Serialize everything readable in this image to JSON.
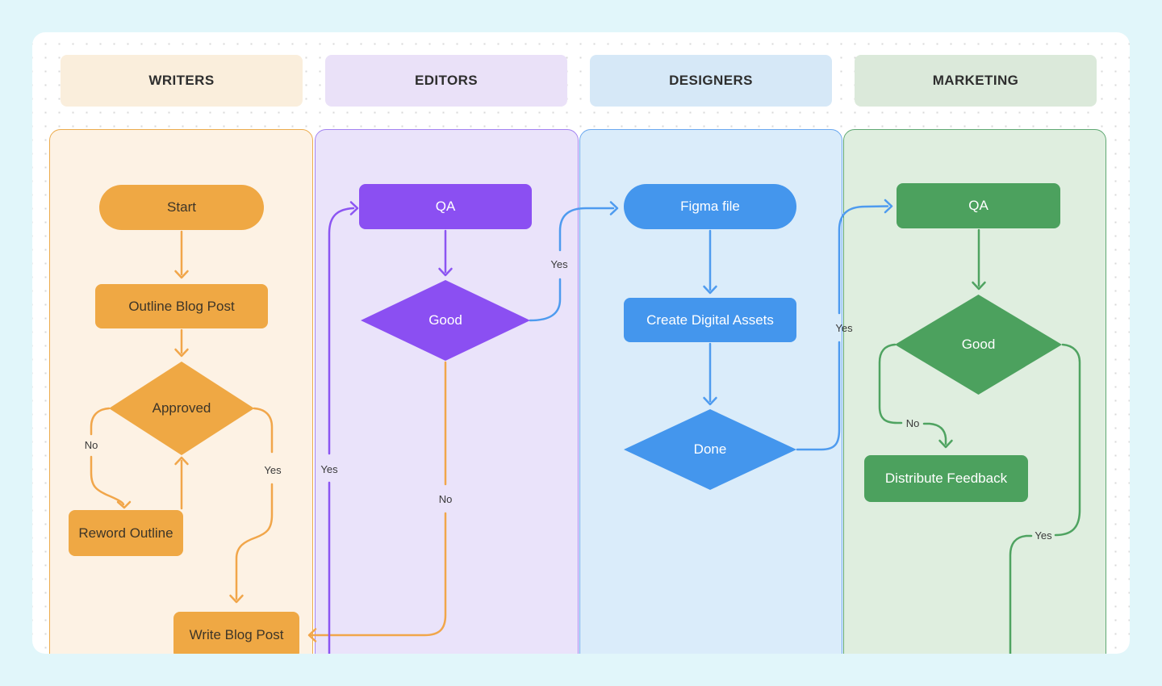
{
  "swimlanes": [
    {
      "id": "writers",
      "title": "WRITERS",
      "accent": "#EFA844",
      "lane_bg": "#FDF2E4",
      "lane_border": "#ECAB4C",
      "header_bg": "#FAEEDC"
    },
    {
      "id": "editors",
      "title": "EDITORS",
      "accent": "#8B4FF2",
      "lane_bg": "#EAE3FA",
      "lane_border": "#A383F1",
      "header_bg": "#EAE1F8"
    },
    {
      "id": "designers",
      "title": "DESIGNERS",
      "accent": "#4496ED",
      "lane_bg": "#DAECFA",
      "lane_border": "#6AA8EF",
      "header_bg": "#D6E8F7"
    },
    {
      "id": "marketing",
      "title": "MARKETING",
      "accent": "#4CA15E",
      "lane_bg": "#DFEEDF",
      "lane_border": "#5FA873",
      "header_bg": "#DBE9DA"
    }
  ],
  "nodes": {
    "start": {
      "label": "Start",
      "shape": "pill",
      "lane": "writers"
    },
    "outline": {
      "label": "Outline Blog Post",
      "shape": "rect",
      "lane": "writers"
    },
    "approved": {
      "label": "Approved",
      "shape": "diamond",
      "lane": "writers"
    },
    "reword": {
      "label": "Reword Outline",
      "shape": "rect",
      "lane": "writers"
    },
    "write": {
      "label": "Write Blog Post",
      "shape": "rect",
      "lane": "writers"
    },
    "qa_editors": {
      "label": "QA",
      "shape": "rect",
      "lane": "editors"
    },
    "good_editors": {
      "label": "Good",
      "shape": "diamond",
      "lane": "editors"
    },
    "figma": {
      "label": "Figma file",
      "shape": "pill",
      "lane": "designers"
    },
    "create_assets": {
      "label": "Create Digital Assets",
      "shape": "rect",
      "lane": "designers"
    },
    "done": {
      "label": "Done",
      "shape": "diamond",
      "lane": "designers"
    },
    "qa_marketing": {
      "label": "QA",
      "shape": "rect",
      "lane": "marketing"
    },
    "good_marketing": {
      "label": "Good",
      "shape": "diamond",
      "lane": "marketing"
    },
    "distribute": {
      "label": "Distribute Feedback",
      "shape": "rect",
      "lane": "marketing"
    }
  },
  "edge_labels": {
    "writers_no": "No",
    "writers_yes": "Yes",
    "editors_entry_yes": "Yes",
    "editors_no": "No",
    "editors_yes": "Yes",
    "designers_yes": "Yes",
    "marketing_no": "No",
    "marketing_yes": "Yes"
  },
  "edges": [
    {
      "from": "Start",
      "to": "Outline Blog Post",
      "label": ""
    },
    {
      "from": "Outline Blog Post",
      "to": "Approved",
      "label": ""
    },
    {
      "from": "Approved",
      "to": "Reword Outline",
      "label": "No"
    },
    {
      "from": "Reword Outline",
      "to": "Approved",
      "label": ""
    },
    {
      "from": "Approved",
      "to": "Write Blog Post",
      "label": "Yes"
    },
    {
      "from": "Write Blog Post",
      "to": "QA",
      "label": "Yes"
    },
    {
      "from": "QA",
      "to": "Good",
      "label": ""
    },
    {
      "from": "Good",
      "to": "Write Blog Post",
      "label": "No"
    },
    {
      "from": "Good",
      "to": "Figma file",
      "label": "Yes"
    },
    {
      "from": "Figma file",
      "to": "Create Digital Assets",
      "label": ""
    },
    {
      "from": "Create Digital Assets",
      "to": "Done",
      "label": ""
    },
    {
      "from": "Done",
      "to": "QA",
      "label": "Yes"
    },
    {
      "from": "QA",
      "to": "Good",
      "label": ""
    },
    {
      "from": "Good",
      "to": "Distribute Feedback",
      "label": "No"
    },
    {
      "from": "Good",
      "to": "",
      "label": "Yes"
    }
  ],
  "colors": {
    "page_background": "#E1F6FA",
    "canvas_background": "#FFFFFF",
    "grid_dot": "#D8D8D8",
    "edge_orange": "#F1A64A",
    "edge_purple": "#8C55F2",
    "edge_blue": "#4E9BEF",
    "edge_green": "#4FA361",
    "edge_label_text": "#3A3A3A"
  }
}
